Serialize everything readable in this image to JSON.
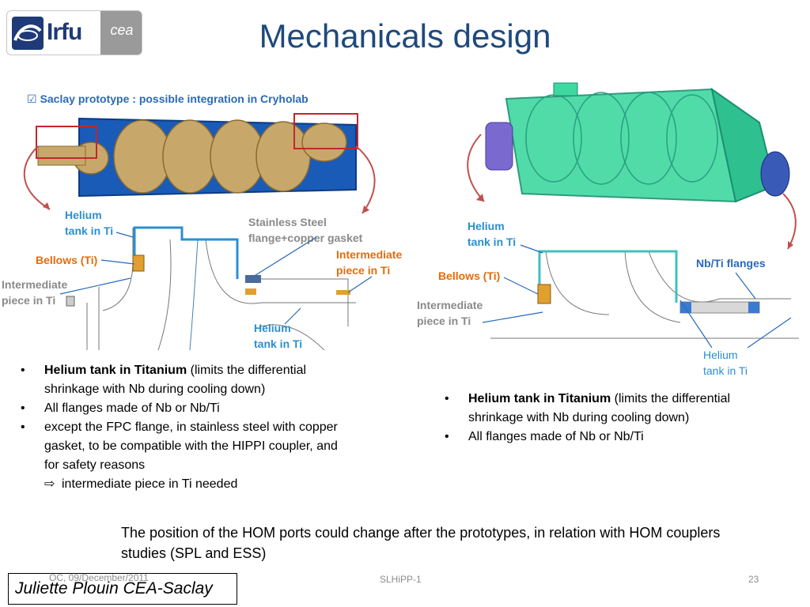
{
  "logo": {
    "irfu_text": "Irfu",
    "cea_text": "cea"
  },
  "title": "Mechanicals design",
  "left": {
    "prototype_note": "Saclay prototype : possible integration in Cryholab",
    "labels": {
      "helium_tank_top": [
        "Helium",
        "tank in Ti"
      ],
      "stainless_flange": [
        "Stainless Steel",
        "flange+copper gasket"
      ],
      "bellows": "Bellows (Ti)",
      "intermediate_right": [
        "Intermediate",
        "piece in Ti"
      ],
      "intermediate_left": [
        "Intermediate",
        "piece in Ti"
      ],
      "helium_tank_bottom": [
        "Helium",
        "tank in Ti"
      ]
    },
    "bullets": [
      {
        "bold": "Helium tank in Titanium",
        "text": " (limits the differential shrinkage with Nb during cooling down)"
      },
      {
        "bold": "",
        "text": "All flanges made of Nb or Nb/Ti"
      },
      {
        "bold": "",
        "text": "except the FPC flange, in stainless steel with copper gasket, to be compatible with the HIPPI coupler, and for safety reasons"
      }
    ],
    "sub_bullet": "intermediate piece in Ti needed"
  },
  "right": {
    "labels": {
      "helium_tank_top": [
        "Helium",
        "tank in Ti"
      ],
      "bellows": "Bellows (Ti)",
      "intermediate": [
        "Intermediate",
        "piece in Ti"
      ],
      "nbti_flanges": "Nb/Ti flanges",
      "helium_tank_bottom": [
        "Helium",
        "tank in Ti"
      ]
    },
    "bullets": [
      {
        "bold": "Helium tank in Titanium",
        "text": " (limits the differential shrinkage with Nb during cooling down)"
      },
      {
        "bold": "",
        "text": "All flanges made of Nb or Nb/Ti"
      }
    ]
  },
  "bottom_note": "The position of the HOM ports could change after the prototypes, in relation with HOM couplers studies (SPL and ESS)",
  "footer": {
    "date": "OC, 09/December/2011",
    "center": "SLHiPP-1",
    "page": "23",
    "author": "Juliette Plouin  CEA-Saclay"
  },
  "colors": {
    "title": "#1f497d",
    "label_blue": "#2a8fd0",
    "label_orange": "#e46c0a",
    "tank_green": "#3fd8a0",
    "tank_blue": "#1a5bb8"
  }
}
